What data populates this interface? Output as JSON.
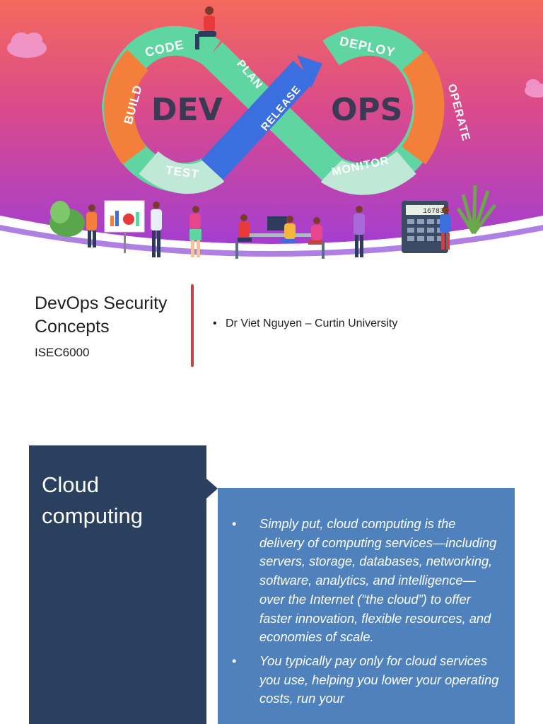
{
  "banner": {
    "loop_labels": {
      "code": "CODE",
      "build": "BUILD",
      "test": "TEST",
      "plan": "PLAN",
      "release": "RELEASE",
      "deploy": "DEPLOY",
      "operate": "OPERATE",
      "monitor": "MONITOR"
    },
    "dev": "DEV",
    "ops": "OPS",
    "calculator_display": "16783",
    "colors": {
      "bg_top": "#f46a5c",
      "bg_bottom": "#a43ed0",
      "loop_green": "#5fd6a1",
      "loop_orange": "#f47f3a",
      "release_blue": "#3b6fe0"
    }
  },
  "slide1": {
    "title_line1": "DevOps Security",
    "title_line2": "Concepts",
    "code": "ISEC6000",
    "bullet": "•",
    "author": "Dr Viet Nguyen – Curtin University"
  },
  "slide2": {
    "title_line1": "Cloud",
    "title_line2": "computing",
    "bullets": [
      {
        "marker": "•",
        "text": "Simply put, cloud computing is the delivery of computing services—including servers, storage, databases, networking, software, analytics, and intelligence—over the Internet (“the cloud”) to offer faster innovation, flexible resources, and economies of scale."
      },
      {
        "marker": "•",
        "text": "You typically pay only for cloud services you use, helping you lower your operating costs, run your"
      }
    ],
    "colors": {
      "panel": "#2a405e",
      "content": "#4f81bd"
    }
  }
}
